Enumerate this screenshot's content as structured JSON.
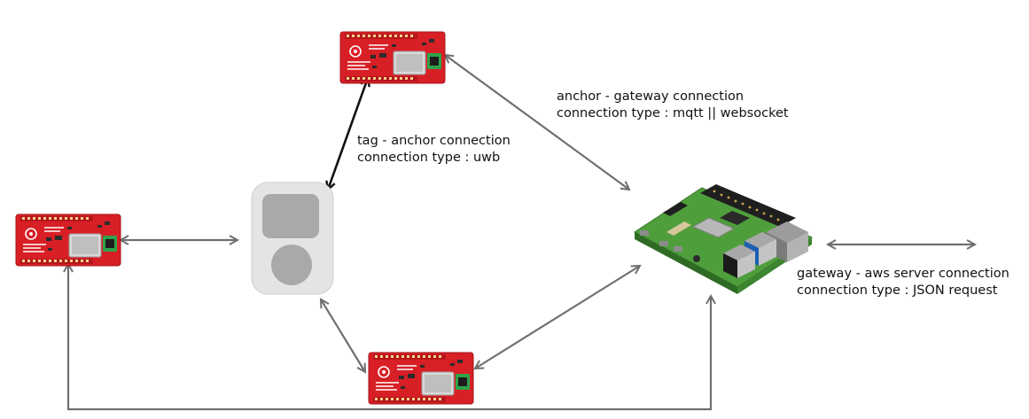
{
  "labels": {
    "tag_anchor": {
      "line1": "tag - anchor connection",
      "line2": "connection type : uwb"
    },
    "anchor_gateway": {
      "line1": "anchor -  gateway connection",
      "line2": "connection type : mqtt || websocket"
    },
    "gateway_aws": {
      "line1": "gateway - aws server connection",
      "line2": "connection type : JSON request"
    }
  },
  "colors": {
    "board_red": "#d81f26",
    "board_dark_red": "#a3141a",
    "tag_body": "#e4e4e4",
    "tag_button": "#a9a9a9",
    "pcb_green": "#4f9e3c",
    "arrow_gray": "#6f6f6f",
    "arrow_black": "#111111"
  },
  "nodes": {
    "anchor_top": "anchor-board",
    "anchor_left": "anchor-board",
    "anchor_bottom": "anchor-board",
    "tag": "uwb-tag",
    "gateway": "raspberry-pi"
  }
}
